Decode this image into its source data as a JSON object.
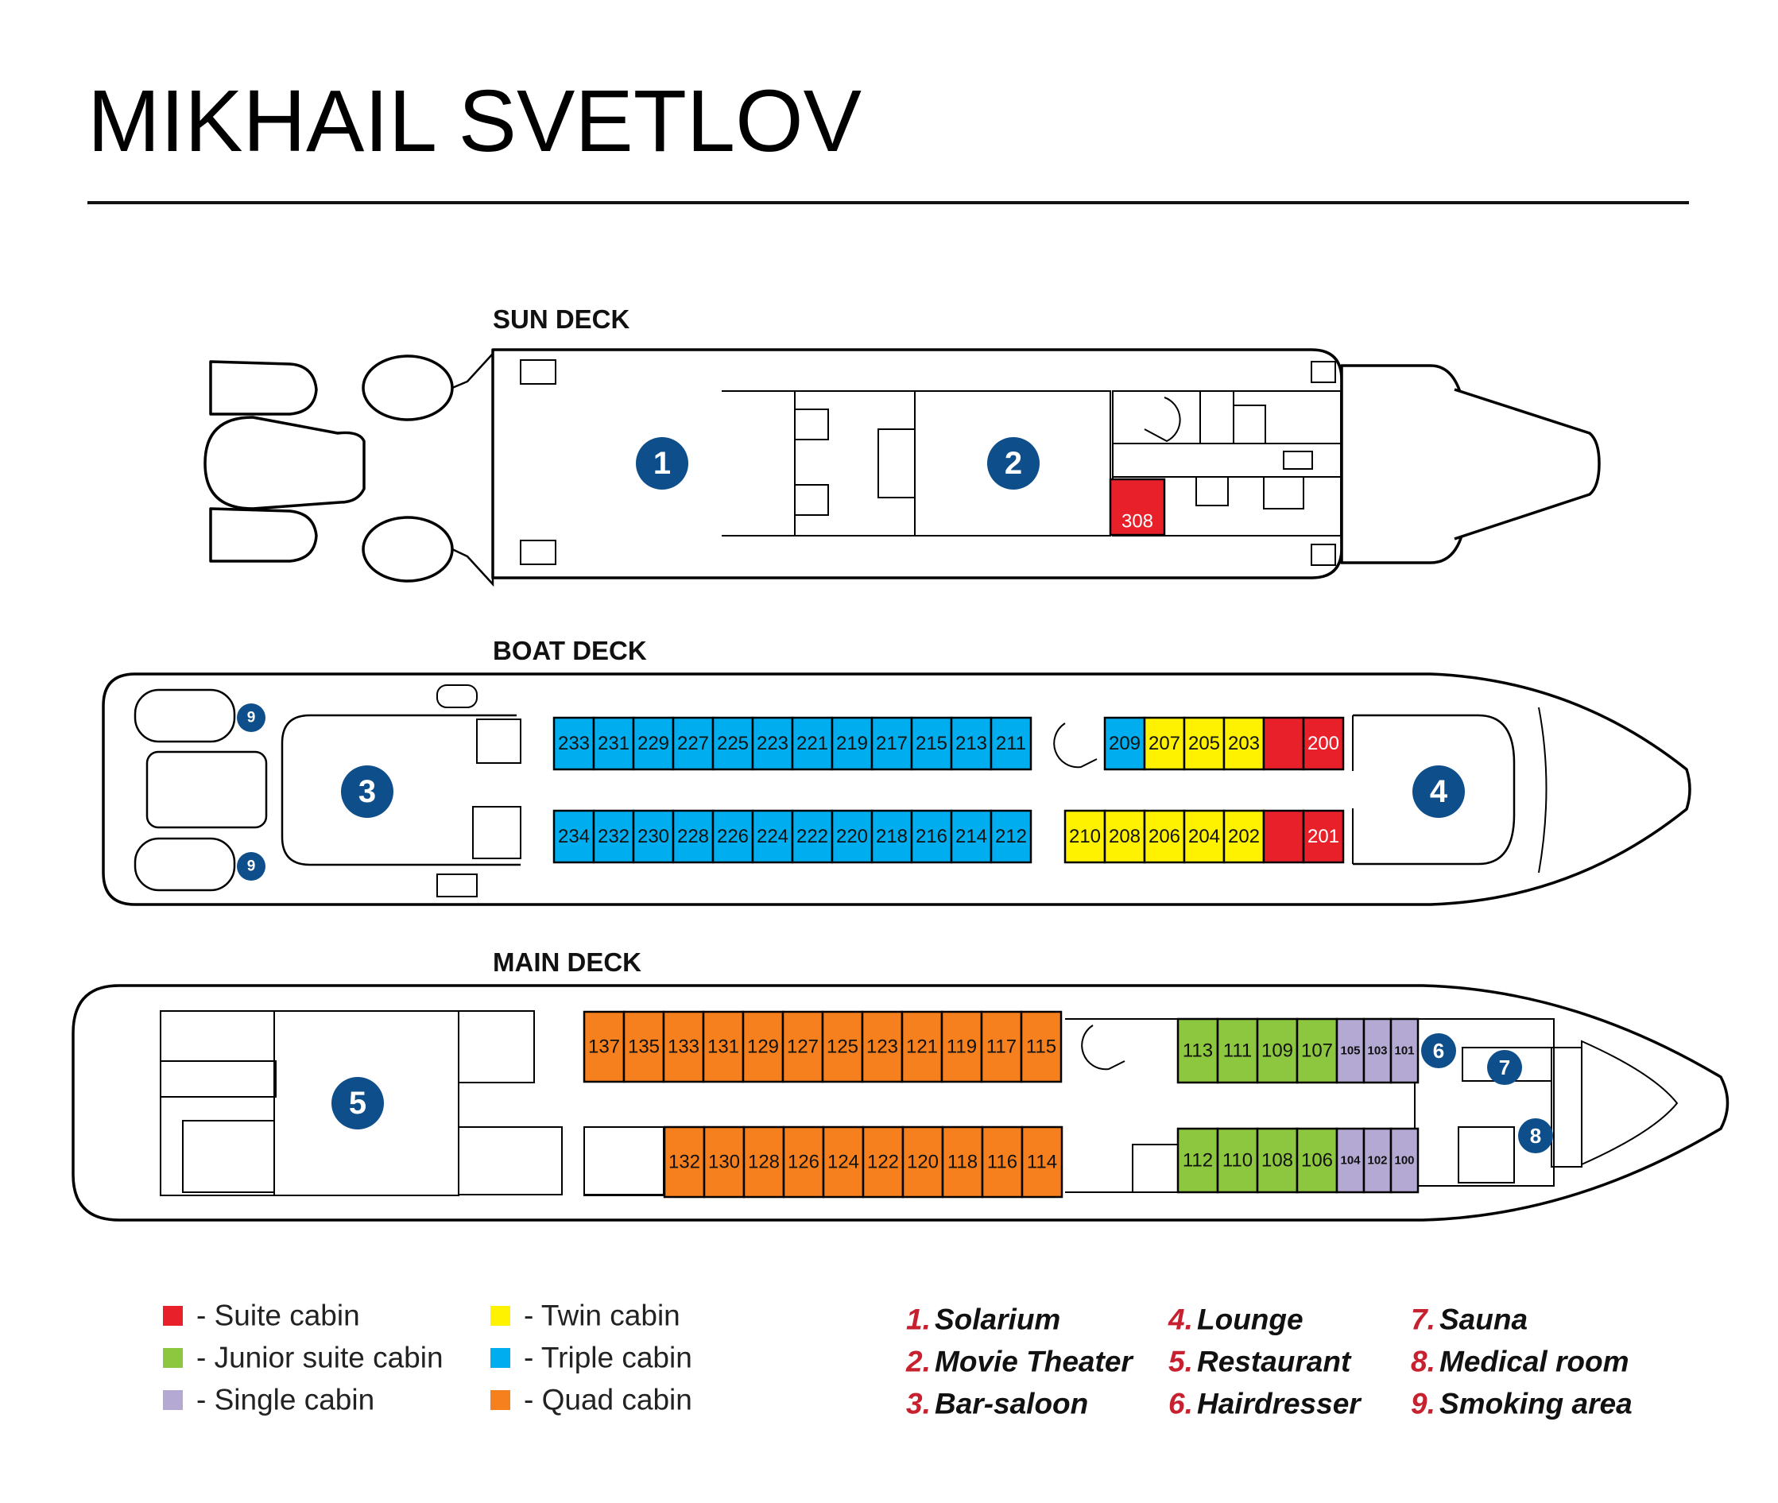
{
  "title": "MIKHAIL SVETLOV",
  "colors": {
    "suite": "#e8202a",
    "junior_suite": "#8dc63f",
    "single": "#b3a9d3",
    "twin": "#fff200",
    "triple": "#00aeef",
    "quad": "#f7801e",
    "badge": "#0e4e8a",
    "facility_number": "#c7202e"
  },
  "decks": {
    "sun": {
      "name": "SUN DECK",
      "badges": [
        "1",
        "2"
      ],
      "cabins": [
        {
          "num": "308",
          "type": "suite"
        }
      ]
    },
    "boat": {
      "name": "BOAT DECK",
      "badges": [
        "3",
        "4",
        "9",
        "9"
      ],
      "top_row": [
        {
          "num": "233",
          "type": "triple"
        },
        {
          "num": "231",
          "type": "triple"
        },
        {
          "num": "229",
          "type": "triple"
        },
        {
          "num": "227",
          "type": "triple"
        },
        {
          "num": "225",
          "type": "triple"
        },
        {
          "num": "223",
          "type": "triple"
        },
        {
          "num": "221",
          "type": "triple"
        },
        {
          "num": "219",
          "type": "triple"
        },
        {
          "num": "217",
          "type": "triple"
        },
        {
          "num": "215",
          "type": "triple"
        },
        {
          "num": "213",
          "type": "triple"
        },
        {
          "num": "211",
          "type": "triple"
        }
      ],
      "top_row_fwd": [
        {
          "num": "209",
          "type": "triple"
        },
        {
          "num": "207",
          "type": "twin"
        },
        {
          "num": "205",
          "type": "twin"
        },
        {
          "num": "203",
          "type": "twin"
        },
        {
          "num": "",
          "type": "suite"
        },
        {
          "num": "200",
          "type": "suite"
        }
      ],
      "bottom_row": [
        {
          "num": "234",
          "type": "triple"
        },
        {
          "num": "232",
          "type": "triple"
        },
        {
          "num": "230",
          "type": "triple"
        },
        {
          "num": "228",
          "type": "triple"
        },
        {
          "num": "226",
          "type": "triple"
        },
        {
          "num": "224",
          "type": "triple"
        },
        {
          "num": "222",
          "type": "triple"
        },
        {
          "num": "220",
          "type": "triple"
        },
        {
          "num": "218",
          "type": "triple"
        },
        {
          "num": "216",
          "type": "triple"
        },
        {
          "num": "214",
          "type": "triple"
        },
        {
          "num": "212",
          "type": "triple"
        }
      ],
      "bottom_row_fwd": [
        {
          "num": "210",
          "type": "twin"
        },
        {
          "num": "208",
          "type": "twin"
        },
        {
          "num": "206",
          "type": "twin"
        },
        {
          "num": "204",
          "type": "twin"
        },
        {
          "num": "202",
          "type": "twin"
        },
        {
          "num": "",
          "type": "suite"
        },
        {
          "num": "201",
          "type": "suite"
        }
      ]
    },
    "main": {
      "name": "MAIN DECK",
      "badges": [
        "5",
        "6",
        "7",
        "8"
      ],
      "top_quad": [
        "137",
        "135",
        "133",
        "131",
        "129",
        "127",
        "125",
        "123",
        "121",
        "119",
        "117",
        "115"
      ],
      "bottom_quad": [
        "132",
        "130",
        "128",
        "126",
        "124",
        "122",
        "120",
        "118",
        "116",
        "114"
      ],
      "top_fwd": [
        {
          "num": "113",
          "type": "junior_suite"
        },
        {
          "num": "111",
          "type": "junior_suite"
        },
        {
          "num": "109",
          "type": "junior_suite"
        },
        {
          "num": "107",
          "type": "junior_suite"
        },
        {
          "num": "105",
          "type": "single"
        },
        {
          "num": "103",
          "type": "single"
        },
        {
          "num": "101",
          "type": "single"
        }
      ],
      "bottom_fwd": [
        {
          "num": "112",
          "type": "junior_suite"
        },
        {
          "num": "110",
          "type": "junior_suite"
        },
        {
          "num": "108",
          "type": "junior_suite"
        },
        {
          "num": "106",
          "type": "junior_suite"
        },
        {
          "num": "104",
          "type": "single"
        },
        {
          "num": "102",
          "type": "single"
        },
        {
          "num": "100",
          "type": "single"
        }
      ]
    }
  },
  "legend": [
    {
      "type": "suite",
      "label": "- Suite cabin"
    },
    {
      "type": "junior_suite",
      "label": "- Junior suite cabin"
    },
    {
      "type": "single",
      "label": "- Single cabin"
    },
    {
      "type": "twin",
      "label": "- Twin cabin"
    },
    {
      "type": "triple",
      "label": "- Triple cabin"
    },
    {
      "type": "quad",
      "label": "- Quad cabin"
    }
  ],
  "facilities": [
    {
      "num": "1.",
      "name": "Solarium"
    },
    {
      "num": "2.",
      "name": "Movie Theater"
    },
    {
      "num": "3.",
      "name": "Bar-saloon"
    },
    {
      "num": "4.",
      "name": "Lounge"
    },
    {
      "num": "5.",
      "name": "Restaurant"
    },
    {
      "num": "6.",
      "name": "Hairdresser"
    },
    {
      "num": "7.",
      "name": "Sauna"
    },
    {
      "num": "8.",
      "name": "Medical room"
    },
    {
      "num": "9.",
      "name": "Smoking area"
    }
  ]
}
